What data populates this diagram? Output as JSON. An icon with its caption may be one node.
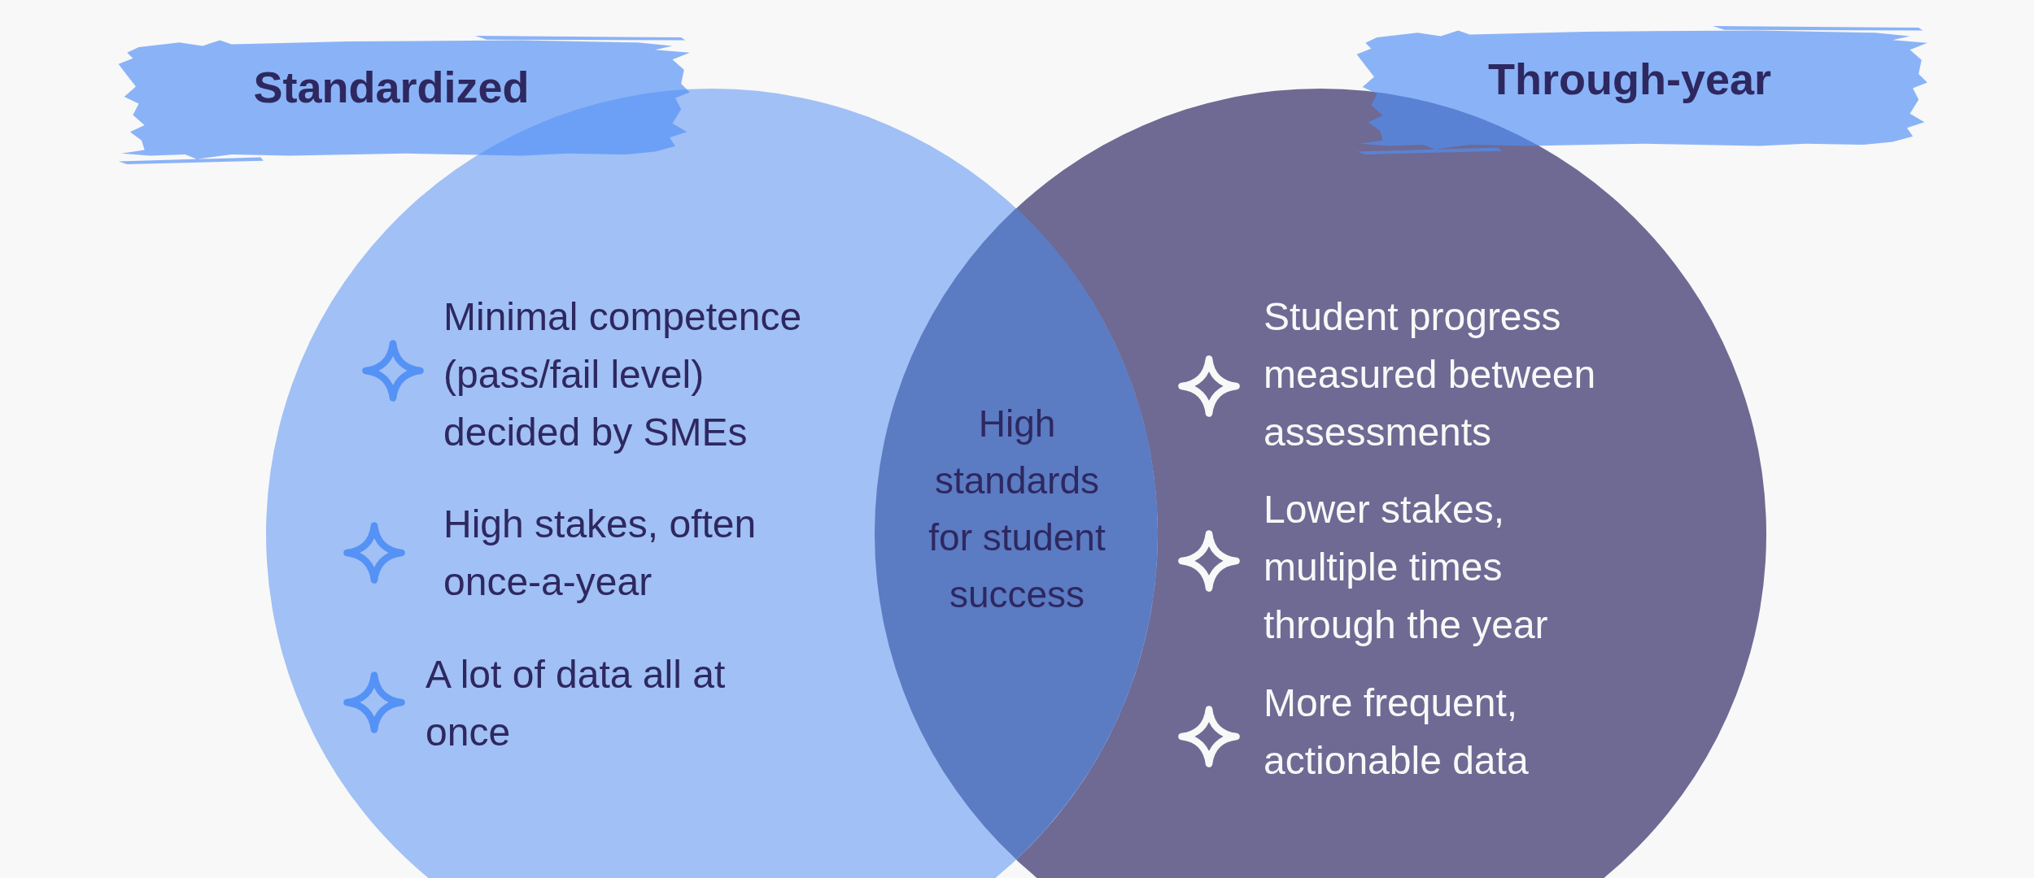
{
  "diagram": {
    "nodes": [
      {
        "text": [
          "Standardized"
        ]
      },
      {
        "text": [
          "Through-year"
        ]
      },
      {
        "text": [
          "Minimal competence (pass/fail level) decided by SMEs",
          "High stakes, often once-a-year",
          "A lot of data all at once"
        ]
      },
      {
        "text": [
          "High standards for student success"
        ]
      },
      {
        "text": [
          "Student progress measured between assessments",
          "Lower stakes, multiple times through the year",
          "More frequent, actionable data"
        ]
      }
    ]
  }
}
